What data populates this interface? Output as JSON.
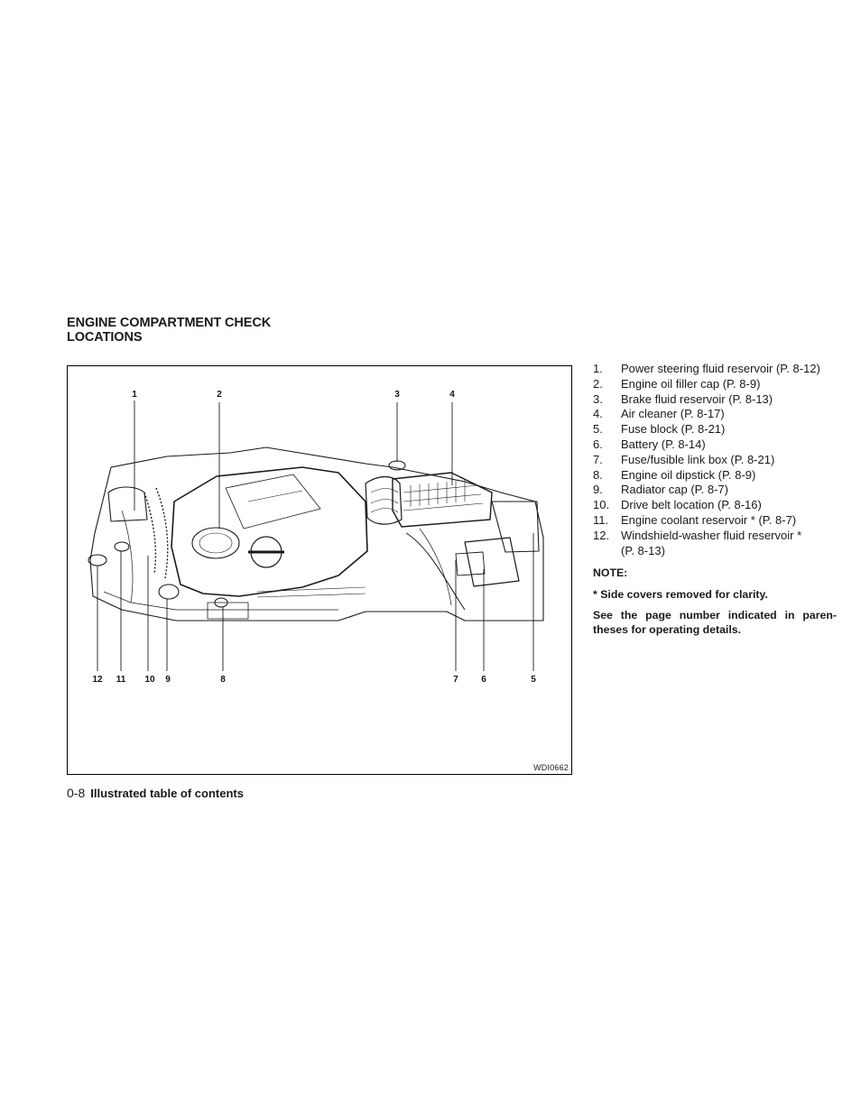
{
  "heading": {
    "line1": "ENGINE COMPARTMENT CHECK",
    "line2": "LOCATIONS"
  },
  "figure": {
    "code": "WDI0662",
    "top_callouts": [
      "1",
      "2",
      "3",
      "4"
    ],
    "bottom_callouts": [
      "12",
      "11",
      "10",
      "9",
      "8",
      "7",
      "6",
      "5"
    ]
  },
  "parts": [
    {
      "num": "1.",
      "label": "Power steering fluid reservoir (P. 8-12)"
    },
    {
      "num": "2.",
      "label": "Engine oil filler cap (P. 8-9)"
    },
    {
      "num": "3.",
      "label": "Brake fluid reservoir (P. 8-13)"
    },
    {
      "num": "4.",
      "label": "Air cleaner (P. 8-17)"
    },
    {
      "num": "5.",
      "label": "Fuse block (P. 8-21)"
    },
    {
      "num": "6.",
      "label": "Battery (P. 8-14)"
    },
    {
      "num": "7.",
      "label": "Fuse/fusible link box (P. 8-21)"
    },
    {
      "num": "8.",
      "label": "Engine oil dipstick (P. 8-9)"
    },
    {
      "num": "9.",
      "label": "Radiator cap (P. 8-7)"
    },
    {
      "num": "10.",
      "label": "Drive belt location (P. 8-16)"
    },
    {
      "num": "11.",
      "label": "Engine coolant reservoir * (P. 8-7)"
    },
    {
      "num": "12.",
      "label": "Windshield-washer fluid reservoir *",
      "label2": "(P. 8-13)"
    }
  ],
  "note": {
    "title": "NOTE:",
    "line1": "* Side covers removed for clarity.",
    "line2": "See the page number indicated in paren-theses for operating details."
  },
  "footer": {
    "page": "0-8",
    "section": "Illustrated table of contents"
  }
}
